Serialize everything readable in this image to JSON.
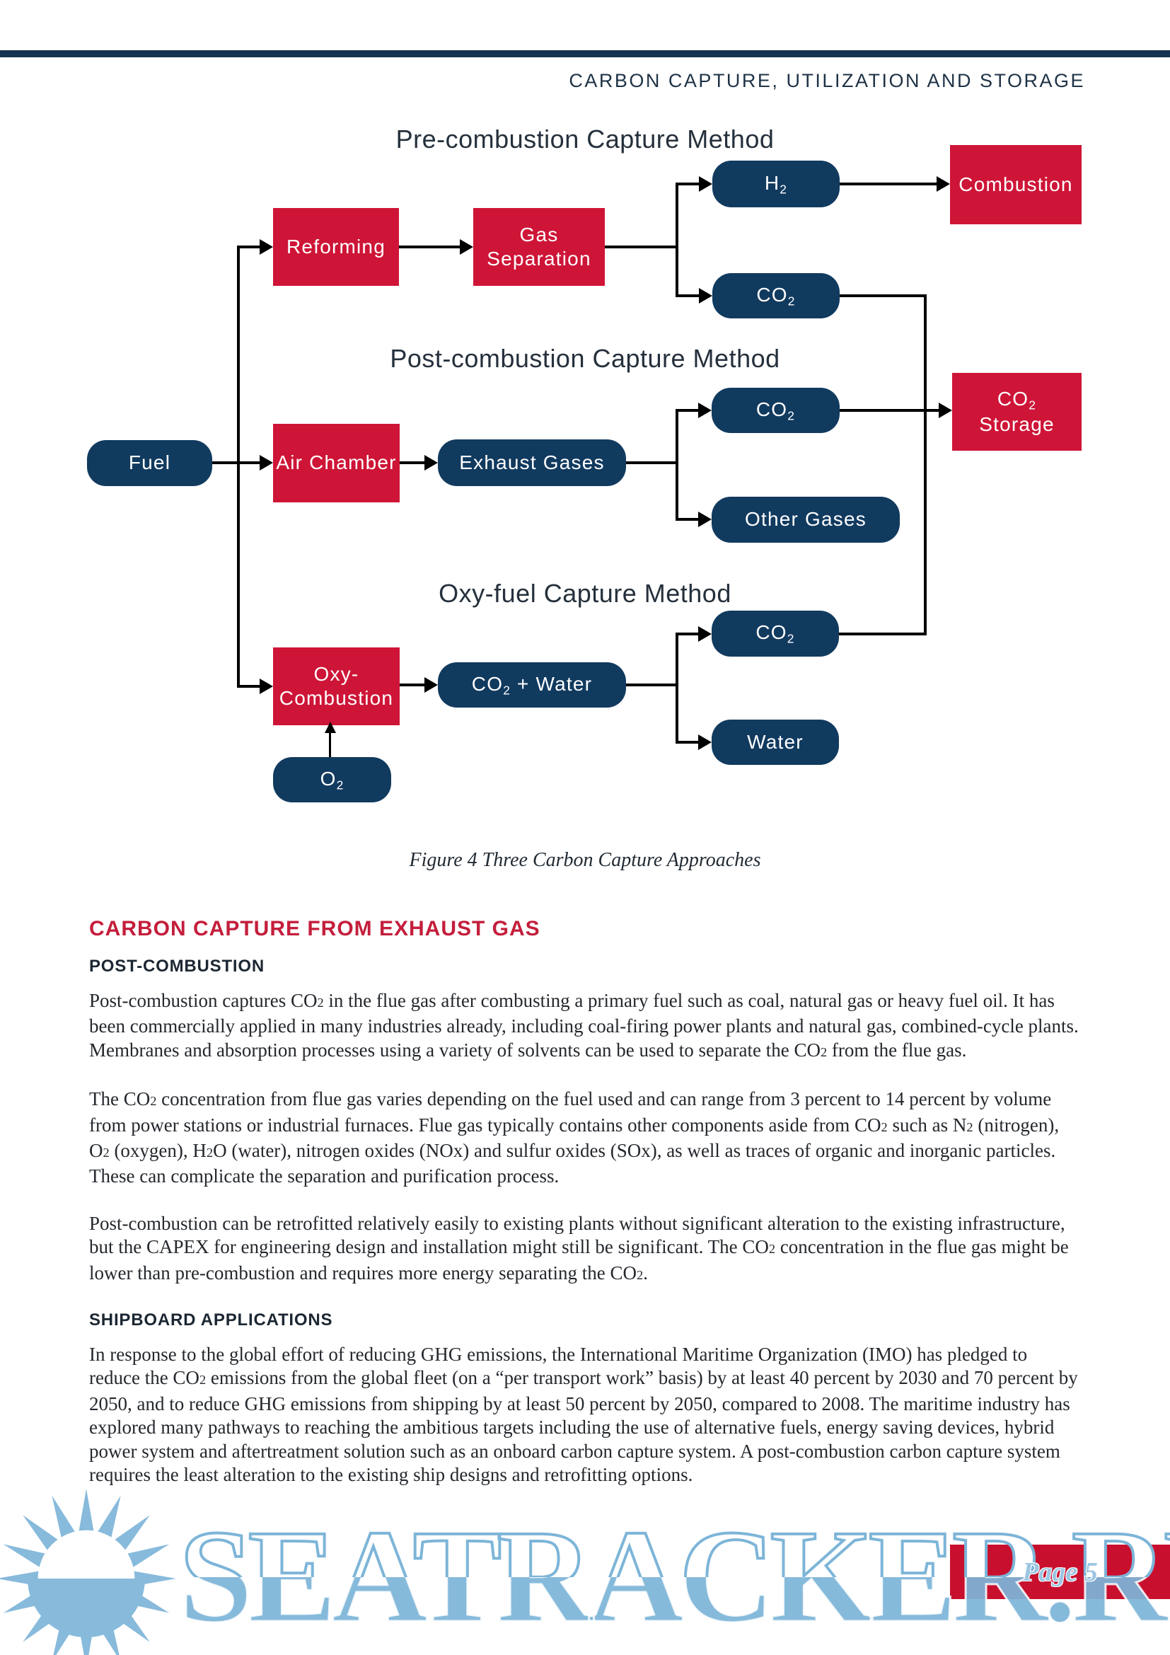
{
  "colors": {
    "navy_bar": "#14324F",
    "navy_box": "#113A5F",
    "red_box": "#CE1537",
    "heading_red": "#C41E3C",
    "page_box_red": "#C8102E",
    "watermark_blue": "#7DB5D8",
    "body_text": "#24282D"
  },
  "header": {
    "title": "CARBON CAPTURE, UTILIZATION AND STORAGE"
  },
  "figure": {
    "pre": {
      "title": "Pre-combustion Capture Method",
      "reforming": "Reforming",
      "gas_separation": "Gas Separation",
      "h2": "H2",
      "combustion": "Combustion",
      "co2": "CO2"
    },
    "post": {
      "title": "Post-combustion Capture Method",
      "fuel": "Fuel",
      "air_chamber": "Air Chamber",
      "exhaust_gases": "Exhaust Gases",
      "co2": "CO2",
      "other_gases": "Other Gases",
      "co2_storage": "CO2 Storage"
    },
    "oxy": {
      "title": "Oxy-fuel Capture Method",
      "oxy_combustion": "Oxy-Combustion",
      "co2_water": "CO2 + Water",
      "co2": "CO2",
      "water": "Water",
      "o2": "O2"
    },
    "caption": "Figure 4  Three Carbon Capture Approaches"
  },
  "article": {
    "heading": "CARBON CAPTURE FROM EXHAUST GAS",
    "sub1": "POST-COMBUSTION",
    "p1": "Post-combustion captures CO2 in the flue gas after combusting a primary fuel such as coal, natural gas or heavy fuel oil. It has been commercially applied in many industries already, including coal-firing power plants and natural gas, combined-cycle plants. Membranes and absorption processes using a variety of solvents can be used to separate the CO2 from the flue gas.",
    "p2": "The CO2 concentration from flue gas varies depending on the fuel used and can range from 3 percent to 14 percent by volume from power stations or industrial furnaces. Flue gas typically contains other components aside from CO2 such as N2 (nitrogen), O2 (oxygen), H2O (water), nitrogen oxides (NOx) and sulfur oxides (SOx), as well as traces of organic and inorganic particles. These can complicate the separation and purification process.",
    "p3": "Post-combustion can be retrofitted relatively easily to existing plants without significant alteration to the existing infrastructure, but the CAPEX for engineering design and installation might still be significant. The CO2 concentration in the flue gas might be lower than pre-combustion and requires more energy separating the CO2.",
    "sub2": "SHIPBOARD APPLICATIONS",
    "p4": "In response to the global effort of reducing GHG emissions, the International Maritime Organization (IMO) has pledged to reduce the CO2 emissions from the global fleet (on a “per transport work” basis) by at least 40 percent by 2030 and 70 percent by 2050, and to reduce GHG emissions from shipping by at least 50 percent by 2050, compared to 2008. The maritime industry has explored many pathways to reaching the ambitious targets including the use of alternative fuels, energy saving devices, hybrid power system and aftertreatment solution such as an onboard carbon capture system. A post-combustion carbon capture system requires the least alteration to the existing ship designs and retrofitting options."
  },
  "watermark": {
    "text": "SEATRACKER.RU",
    "page_label": "Page 5"
  }
}
